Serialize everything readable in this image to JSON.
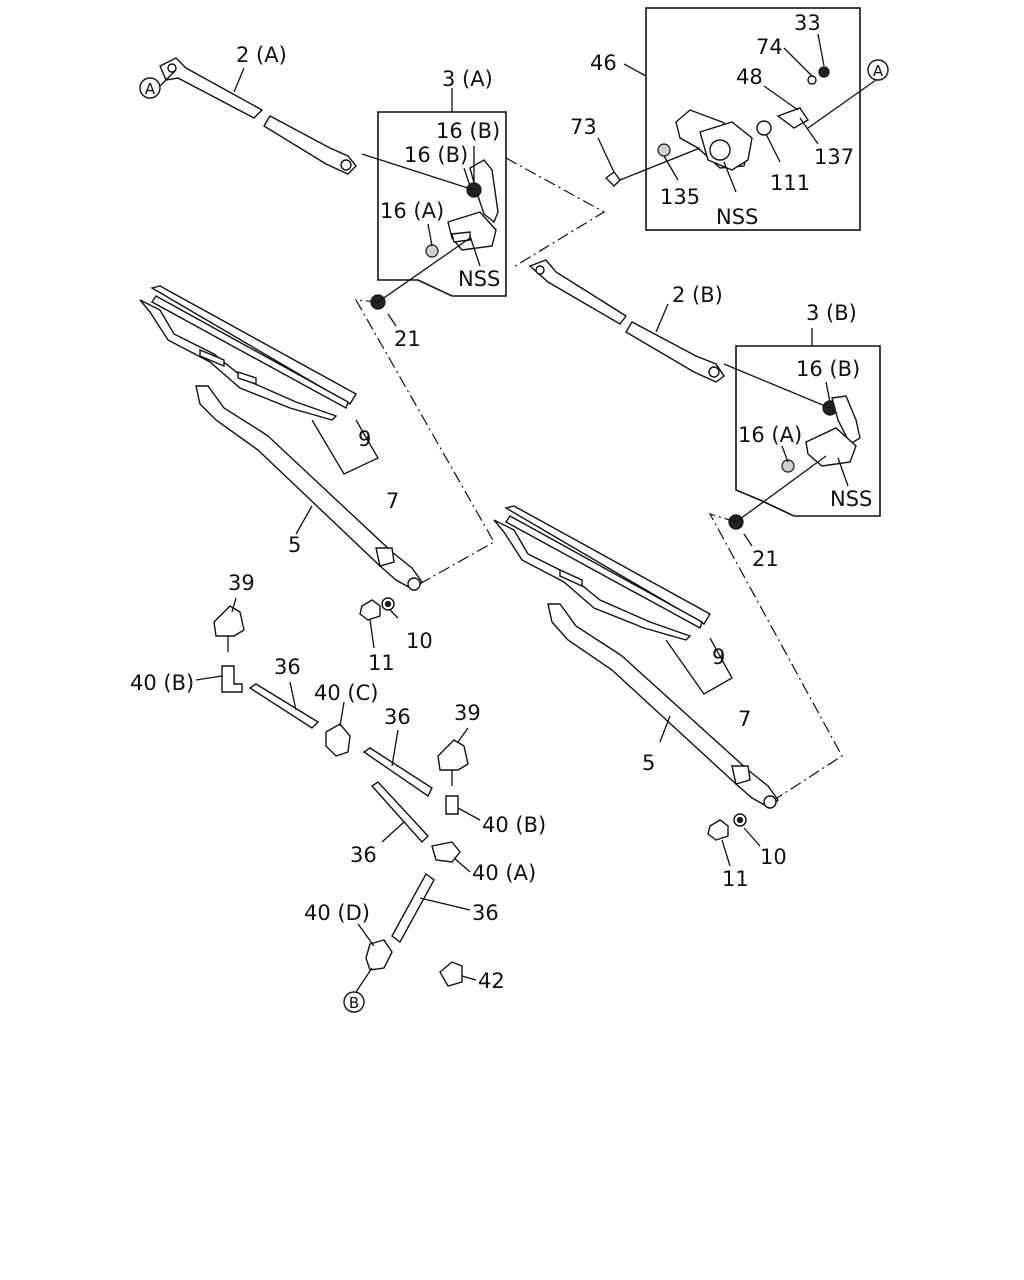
{
  "diagram": {
    "callouts": {
      "c2A": "2 (A)",
      "c3A": "3 (A)",
      "c16B_1": "16 (B)",
      "c16B_2": "16 (B)",
      "c16A_1": "16 (A)",
      "cNSS_1": "NSS",
      "c21_1": "21",
      "c9_1": "9",
      "c7_1": "7",
      "c5_1": "5",
      "c39_1": "39",
      "c10_1": "10",
      "c11_1": "11",
      "c40B_1": "40 (B)",
      "c36_1": "36",
      "c40C": "40 (C)",
      "c36_2": "36",
      "c39_2": "39",
      "c40B_2": "40 (B)",
      "c36_3": "36",
      "c40A": "40 (A)",
      "c36_4": "36",
      "c40D": "40 (D)",
      "c42": "42",
      "c46": "46",
      "c33": "33",
      "c74": "74",
      "c48": "48",
      "c73": "73",
      "c137": "137",
      "c111": "111",
      "c135": "135",
      "cNSS_2": "NSS",
      "c2B": "2 (B)",
      "c3B": "3 (B)",
      "c16B_3": "16 (B)",
      "c16A_2": "16 (A)",
      "cNSS_3": "NSS",
      "c21_2": "21",
      "c9_2": "9",
      "c7_2": "7",
      "c5_2": "5",
      "c10_2": "10",
      "c11_2": "11"
    },
    "connectors": {
      "A_left": "A",
      "A_right": "A",
      "B": "B"
    }
  }
}
